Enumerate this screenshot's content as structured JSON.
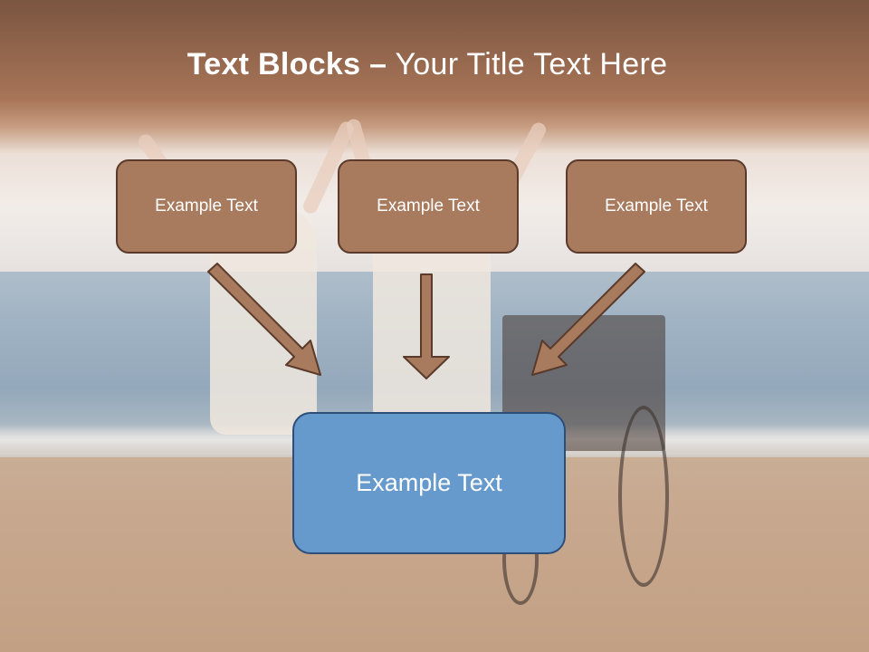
{
  "slide": {
    "title_bold": "Text Blocks",
    "title_dash": "–",
    "title_regular": "Your Title Text Here"
  },
  "blocks": [
    {
      "label": "Example Text"
    },
    {
      "label": "Example Text"
    },
    {
      "label": "Example Text"
    }
  ],
  "main_block": {
    "label": "Example Text"
  },
  "colors": {
    "brown_box": "#a87a5e",
    "brown_border": "#5a3a2a",
    "blue_box": "#6699cc",
    "blue_border": "#2d4e78",
    "arrow_fill": "#a87a5e"
  },
  "background": {
    "icon": "beach-wheelchair-photo"
  }
}
